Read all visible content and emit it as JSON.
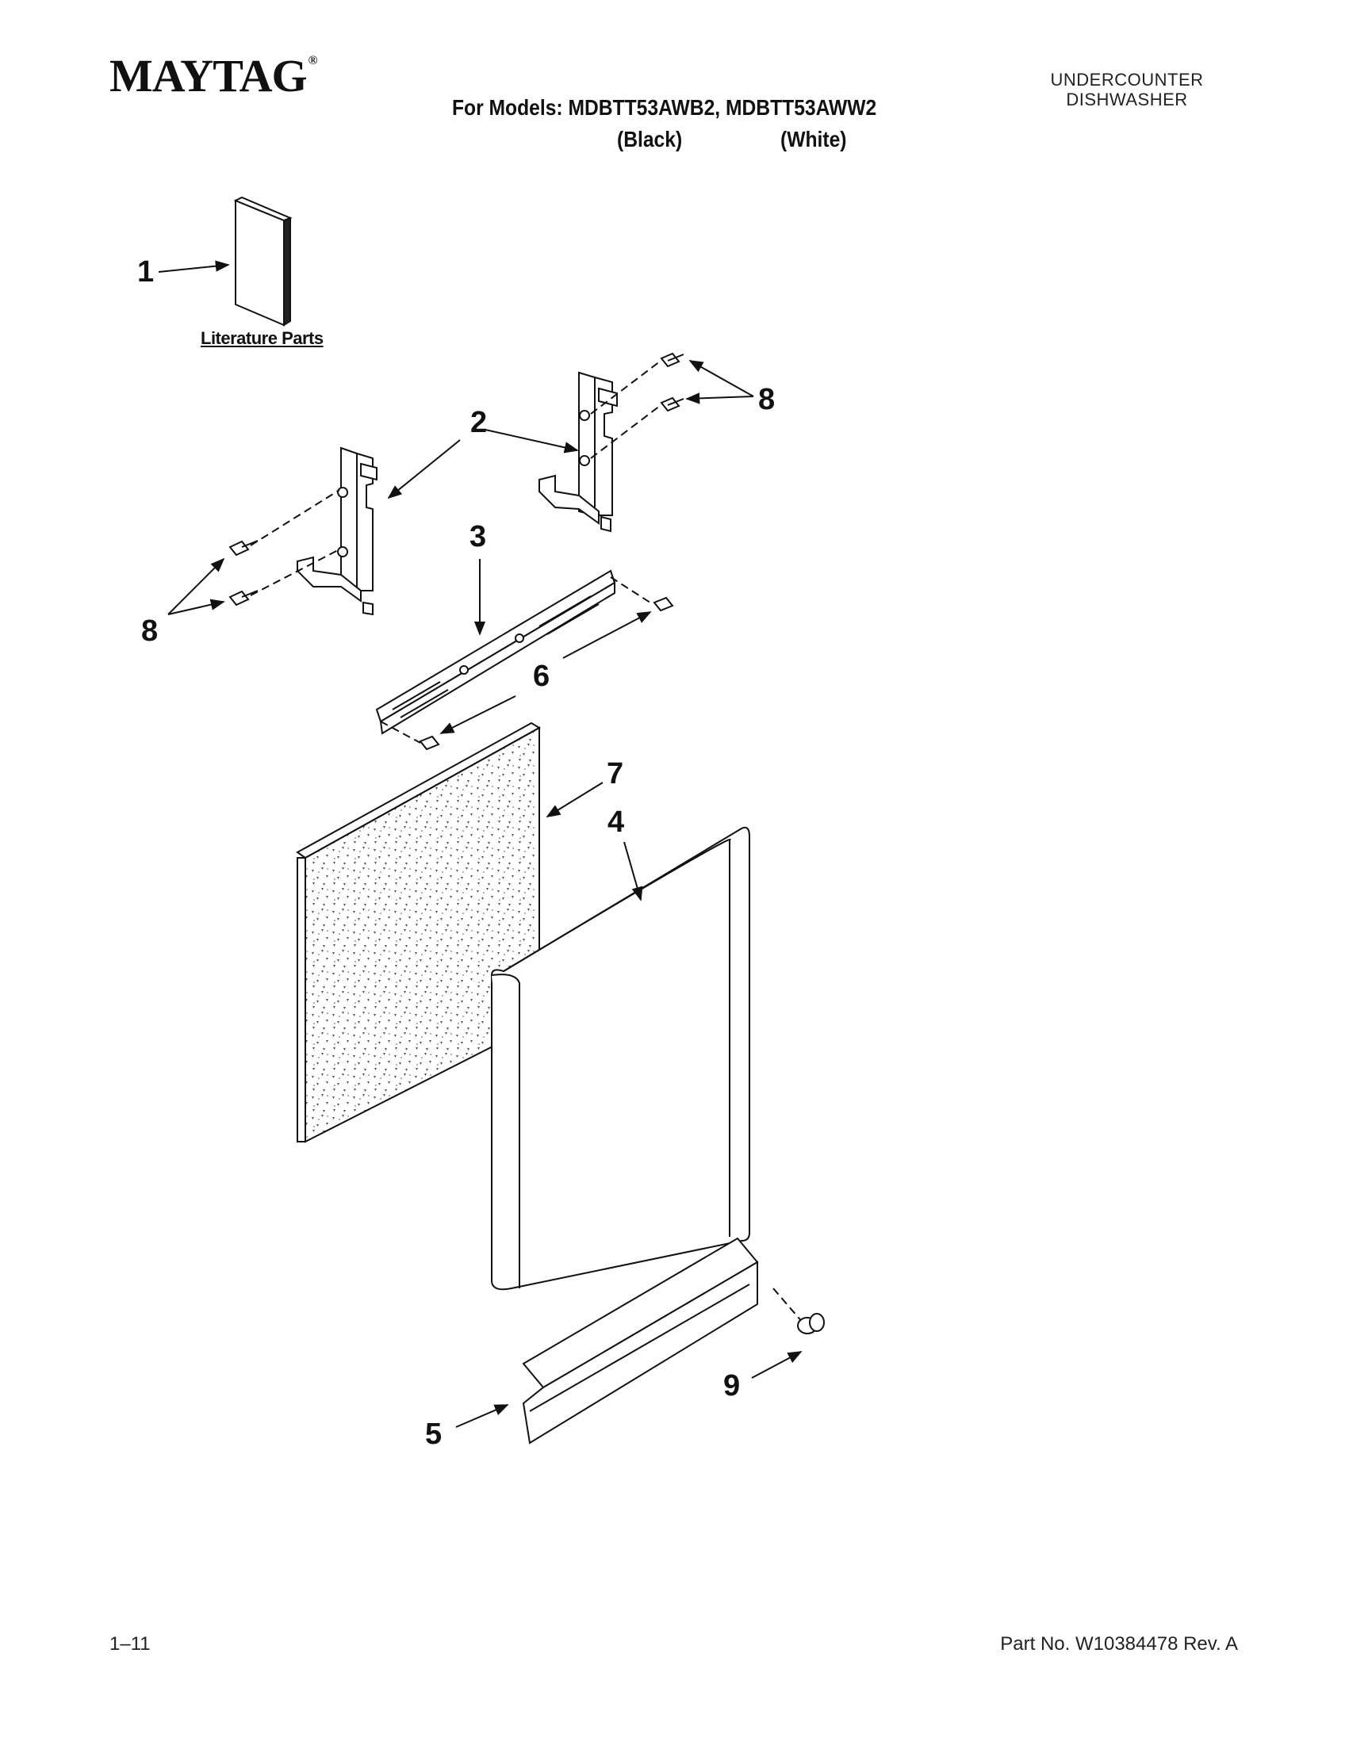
{
  "header": {
    "brand": "MAYTAG",
    "brand_mark": "®",
    "models_line": "For Models: MDBTT53AWB2, MDBTT53AWW2",
    "color_black": "(Black)",
    "color_white": "(White)",
    "product_line1": "UNDERCOUNTER",
    "product_line2": "DISHWASHER"
  },
  "diagram": {
    "literature_caption": "Literature Parts",
    "callouts": {
      "c1": "1",
      "c2": "2",
      "c3": "3",
      "c4": "4",
      "c5": "5",
      "c6": "6",
      "c7": "7",
      "c8a": "8",
      "c8b": "8",
      "c9": "9"
    }
  },
  "footer": {
    "page_number": "1–11",
    "part_number": "Part No. W10384478 Rev. A"
  }
}
